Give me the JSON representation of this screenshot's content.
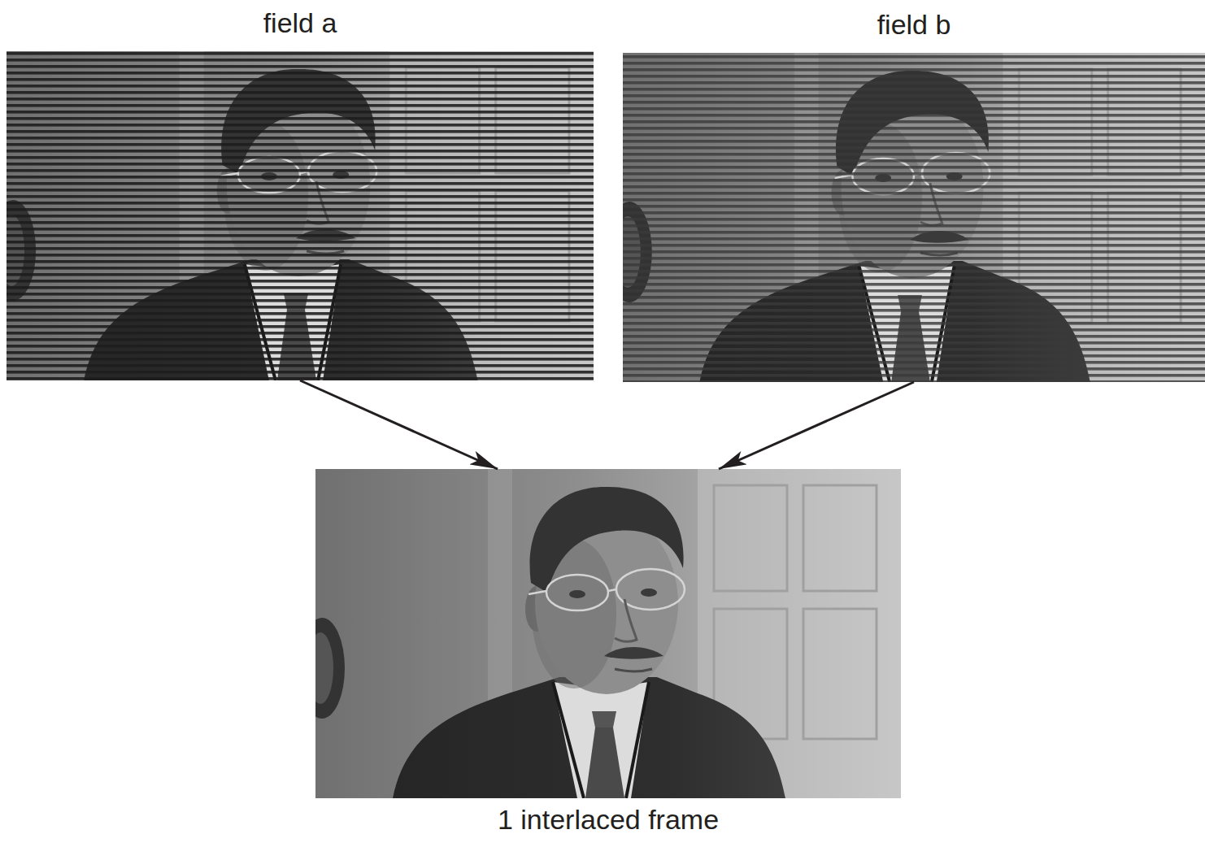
{
  "diagram": {
    "nodes": [
      {
        "text": [
          "field a"
        ]
      },
      {
        "text": [
          "field b"
        ]
      },
      {
        "text": [
          "1 interlaced frame"
        ]
      }
    ],
    "edges": [
      {
        "from": 0,
        "to": 2,
        "arrow": "to"
      },
      {
        "from": 1,
        "to": 2,
        "arrow": "to"
      }
    ]
  }
}
